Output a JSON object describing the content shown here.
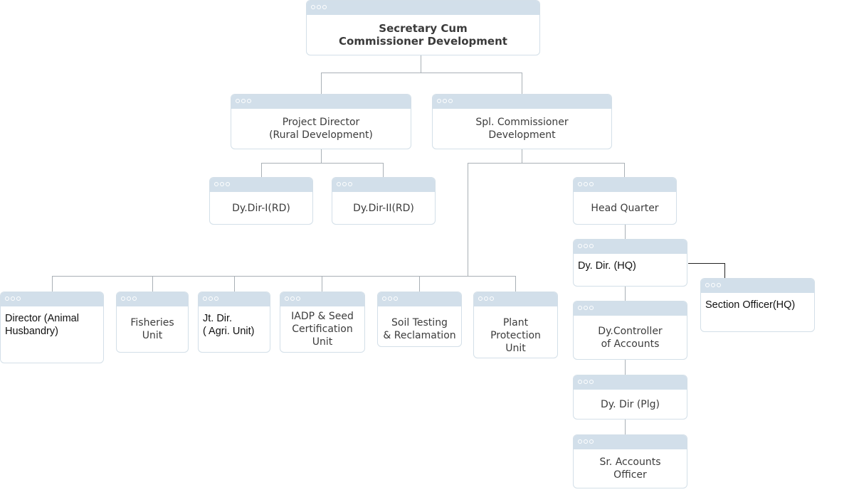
{
  "diagram": {
    "type": "org-chart",
    "nodes": {
      "secretary": "Secretary Cum\nCommissioner Development",
      "project_director": "Project Director\n(Rural Development)",
      "spl_commissioner": "Spl. Commissioner\nDevelopment",
      "dy_dir_1_rd": "Dy.Dir-I(RD)",
      "dy_dir_2_rd": "Dy.Dir-II(RD)",
      "head_quarter": "Head Quarter",
      "dy_dir_hq": "Dy. Dir. (HQ)",
      "section_officer_hq": "Section Officer(HQ)",
      "dy_controller_accounts": "Dy.Controller\nof Accounts",
      "dy_dir_plg": "Dy. Dir (Plg)",
      "sr_accounts_officer": "Sr. Accounts\nOfficer",
      "director_animal_husbandry": "Director (Animal\nHusbandry)",
      "fisheries_unit": "Fisheries\nUnit",
      "jt_dir_agri": "Jt. Dir.\n( Agri. Unit)",
      "iadp_seed": "IADP & Seed\nCertification\nUnit",
      "soil_testing": "Soil Testing\n& Reclamation",
      "plant_protection": "Plant\nProtection\nUnit"
    },
    "edges": [
      [
        "secretary",
        "project_director"
      ],
      [
        "secretary",
        "spl_commissioner"
      ],
      [
        "project_director",
        "dy_dir_1_rd"
      ],
      [
        "project_director",
        "dy_dir_2_rd"
      ],
      [
        "spl_commissioner",
        "head_quarter"
      ],
      [
        "spl_commissioner",
        "director_animal_husbandry"
      ],
      [
        "spl_commissioner",
        "fisheries_unit"
      ],
      [
        "spl_commissioner",
        "jt_dir_agri"
      ],
      [
        "spl_commissioner",
        "iadp_seed"
      ],
      [
        "spl_commissioner",
        "soil_testing"
      ],
      [
        "spl_commissioner",
        "plant_protection"
      ],
      [
        "head_quarter",
        "dy_dir_hq"
      ],
      [
        "dy_dir_hq",
        "section_officer_hq"
      ],
      [
        "dy_dir_hq",
        "dy_controller_accounts"
      ],
      [
        "dy_controller_accounts",
        "dy_dir_plg"
      ],
      [
        "dy_dir_plg",
        "sr_accounts_officer"
      ]
    ]
  },
  "colors": {
    "header_bar": "#d2dfea",
    "border": "#d3dfe8",
    "connector": "#a9b0b6"
  }
}
